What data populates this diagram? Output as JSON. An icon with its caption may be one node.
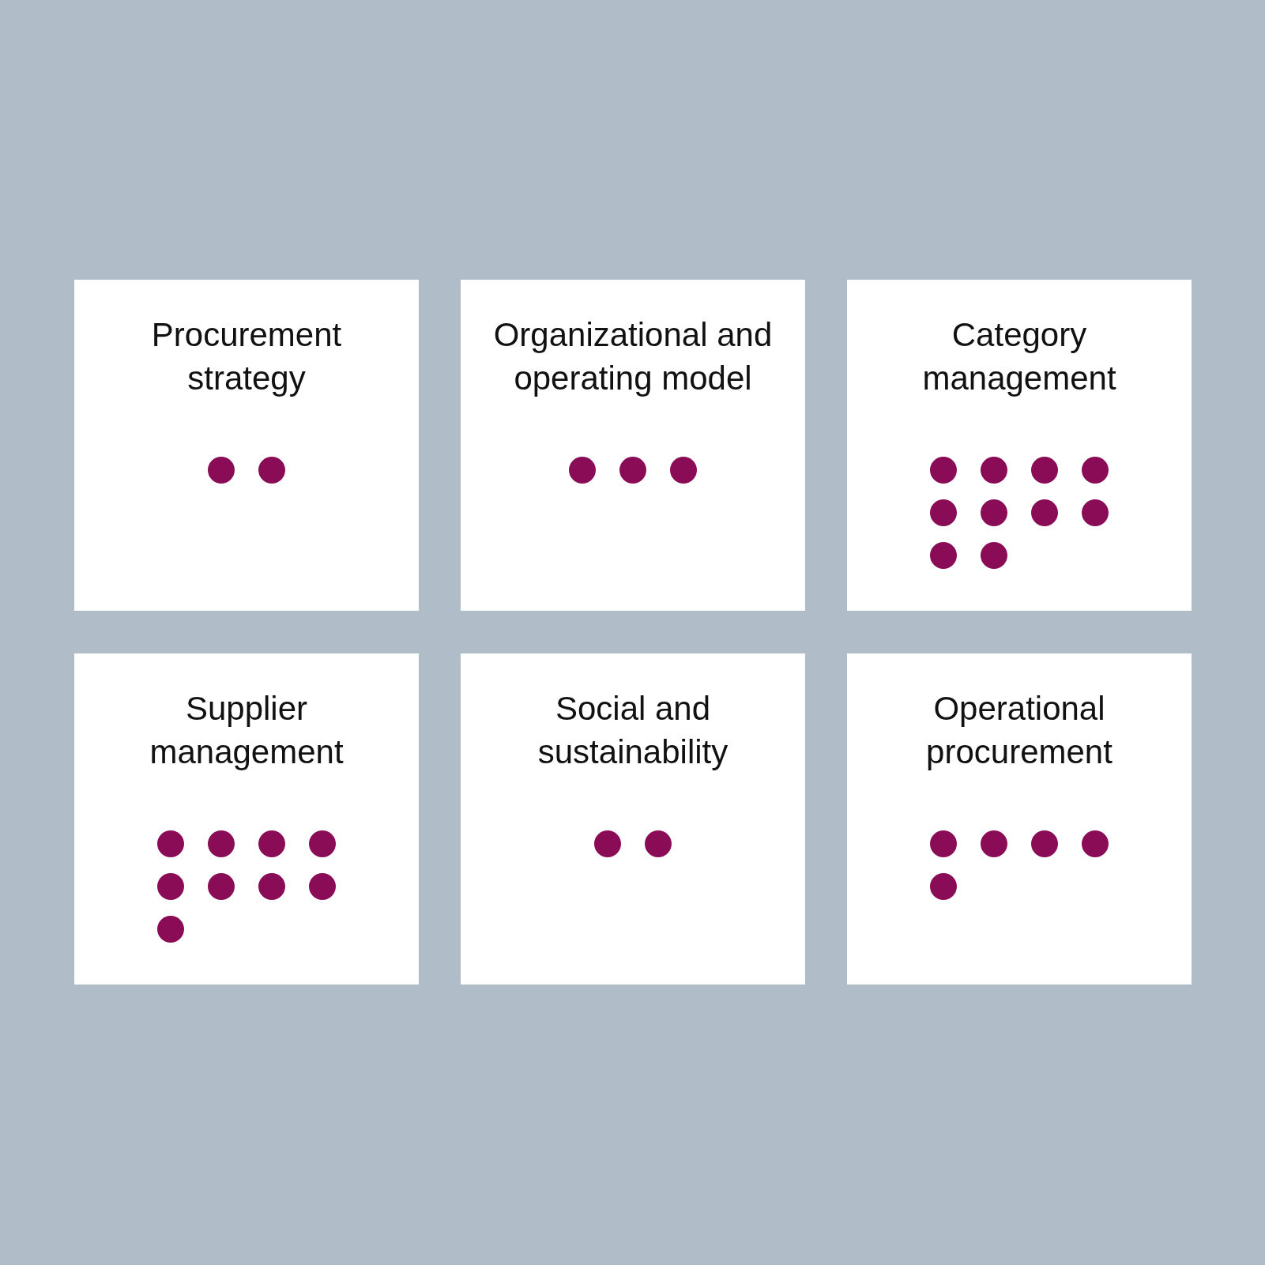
{
  "diagram": {
    "nodes": [
      {
        "text": [
          "Procurement strategy"
        ]
      },
      {
        "text": [],
        "shape": "circle",
        "in": 0
      },
      {
        "text": [],
        "shape": "circle",
        "in": 0
      },
      {
        "text": [
          "Organizational and operating model"
        ]
      },
      {
        "text": [],
        "shape": "circle",
        "in": 3
      },
      {
        "text": [],
        "shape": "circle",
        "in": 3
      },
      {
        "text": [],
        "shape": "circle",
        "in": 3
      },
      {
        "text": [
          "Category management"
        ]
      },
      {
        "text": [],
        "shape": "circle",
        "in": 7
      },
      {
        "text": [],
        "shape": "circle",
        "in": 7
      },
      {
        "text": [],
        "shape": "circle",
        "in": 7
      },
      {
        "text": [],
        "shape": "circle",
        "in": 7
      },
      {
        "text": [],
        "shape": "circle",
        "in": 7
      },
      {
        "text": [],
        "shape": "circle",
        "in": 7
      },
      {
        "text": [],
        "shape": "circle",
        "in": 7
      },
      {
        "text": [],
        "shape": "circle",
        "in": 7
      },
      {
        "text": [],
        "shape": "circle",
        "in": 7
      },
      {
        "text": [],
        "shape": "circle",
        "in": 7
      },
      {
        "text": [
          "Supplier management"
        ]
      },
      {
        "text": [],
        "shape": "circle",
        "in": 18
      },
      {
        "text": [],
        "shape": "circle",
        "in": 18
      },
      {
        "text": [],
        "shape": "circle",
        "in": 18
      },
      {
        "text": [],
        "shape": "circle",
        "in": 18
      },
      {
        "text": [],
        "shape": "circle",
        "in": 18
      },
      {
        "text": [],
        "shape": "circle",
        "in": 18
      },
      {
        "text": [],
        "shape": "circle",
        "in": 18
      },
      {
        "text": [],
        "shape": "circle",
        "in": 18
      },
      {
        "text": [],
        "shape": "circle",
        "in": 18
      },
      {
        "text": [
          "Social and sustainability"
        ]
      },
      {
        "text": [],
        "shape": "circle",
        "in": 28
      },
      {
        "text": [],
        "shape": "circle",
        "in": 28
      },
      {
        "text": [
          "Operational procurement"
        ]
      },
      {
        "text": [],
        "shape": "circle",
        "in": 31
      },
      {
        "text": [],
        "shape": "circle",
        "in": 31
      },
      {
        "text": [],
        "shape": "circle",
        "in": 31
      },
      {
        "text": [],
        "shape": "circle",
        "in": 31
      },
      {
        "text": [],
        "shape": "circle",
        "in": 31
      }
    ]
  }
}
